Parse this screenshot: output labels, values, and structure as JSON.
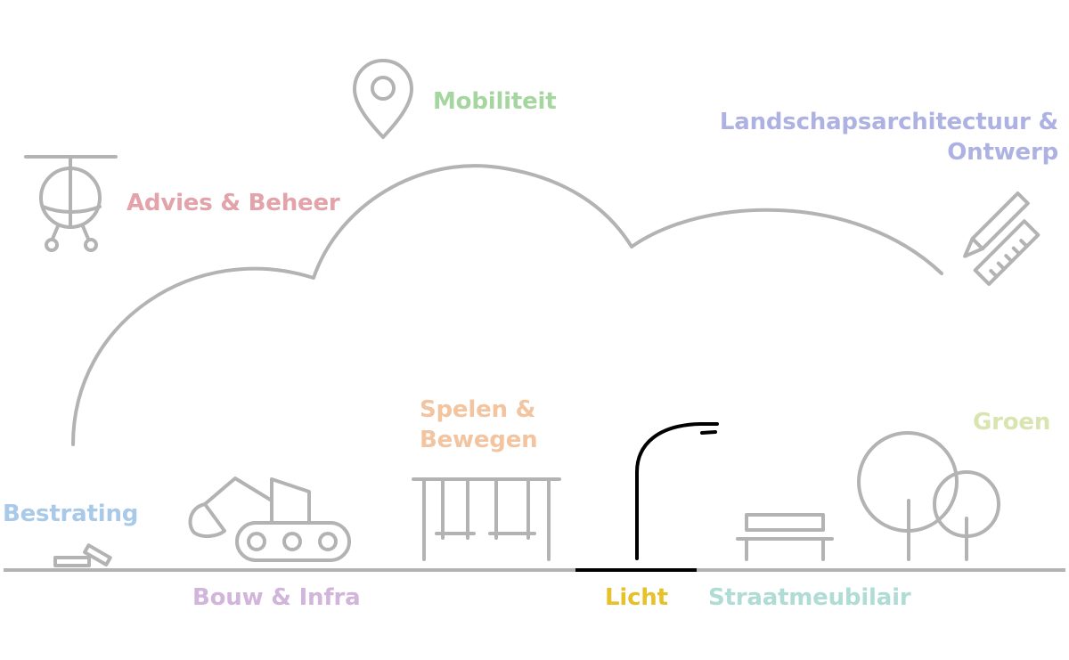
{
  "labels": {
    "mobiliteit": "Mobiliteit",
    "advies": "Advies & Beheer",
    "landschap_line1": "Landschapsarchitectuur &",
    "landschap_line2": "Ontwerp",
    "spelen_line1": "Spelen &",
    "spelen_line2": "Bewegen",
    "groen": "Groen",
    "bestrating": "Bestrating",
    "bouw": "Bouw & Infra",
    "licht": "Licht",
    "straat": "Straatmeubilair"
  },
  "colors": {
    "mobiliteit": "#a6d6a0",
    "advies": "#e2a3ab",
    "landschap": "#aeb2e2",
    "spelen": "#f3c4a0",
    "groen": "#d9e5b0",
    "bestrating": "#a9c9e9",
    "bouw": "#d2b5db",
    "licht": "#e6c12a",
    "straat": "#b0dcd6",
    "outline": "#b3b3b3",
    "active": "#000000"
  },
  "active_item": "Licht",
  "icons": [
    "map-pin-icon",
    "helicopter-icon",
    "pencil-ruler-icon",
    "paving-stone-icon",
    "excavator-icon",
    "swing-set-icon",
    "street-lamp-icon",
    "bench-icon",
    "trees-icon"
  ]
}
